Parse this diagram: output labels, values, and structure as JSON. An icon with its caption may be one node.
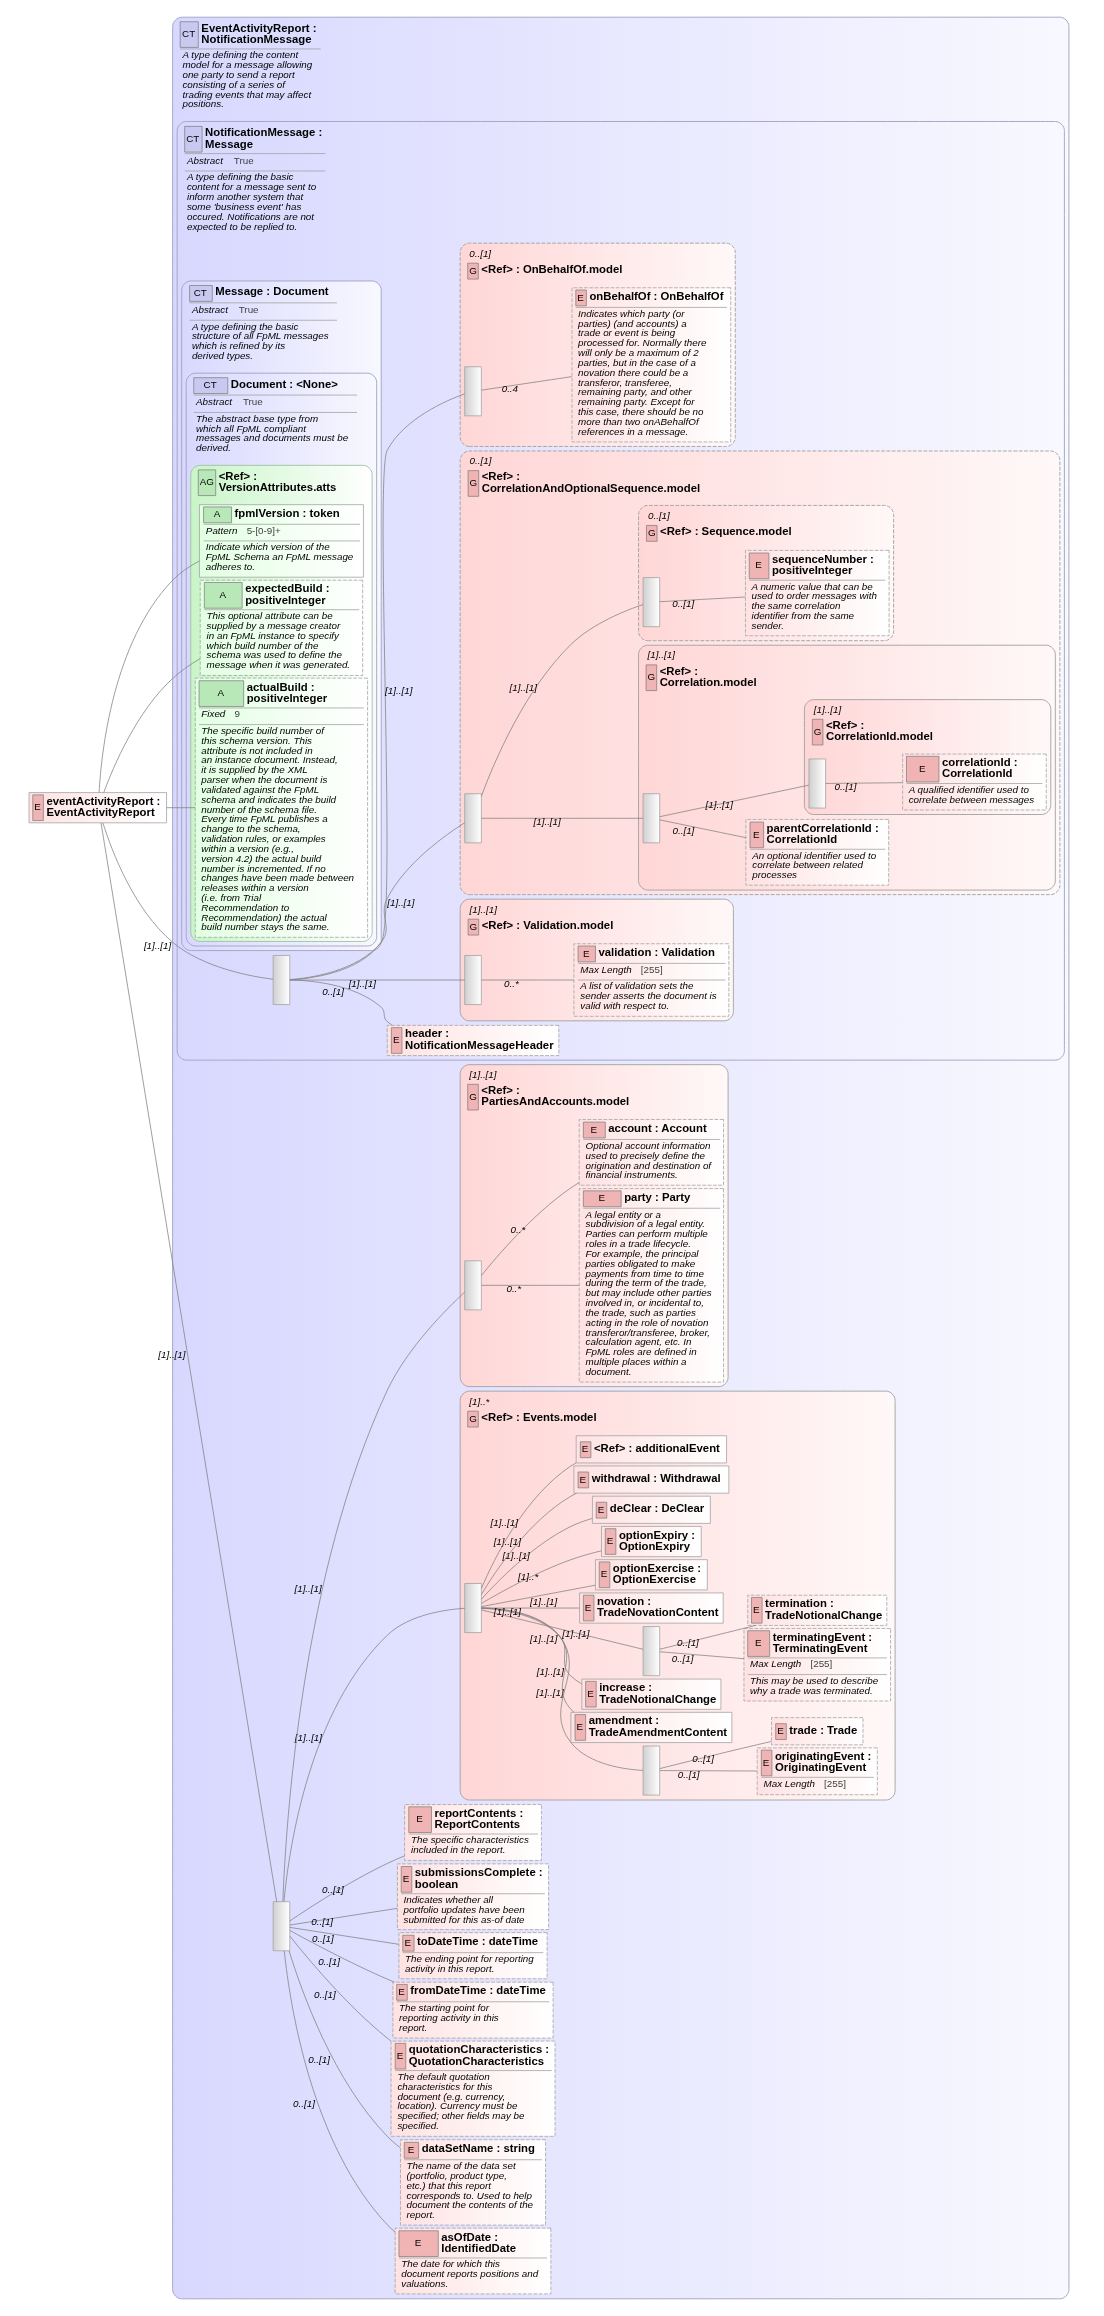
{
  "diagram": {
    "nodes": [
      {
        "text": [
          "E",
          "eventActivityReport : EventActivityReport"
        ]
      },
      {
        "text": [
          "CT",
          "EventActivityReport : NotificationMessage",
          "A type defining the content model for a message allowing one party to send a report consisting of a series of trading events that may affect positions."
        ]
      },
      {
        "text": [
          "CT",
          "NotificationMessage : Message",
          "Abstract",
          "True",
          "A type defining the basic content for a message sent to inform another system that some 'business event' has occured. Notifications are not expected to be replied to."
        ],
        "in": 1
      },
      {
        "text": [
          "CT",
          "Message : Document",
          "Abstract",
          "True",
          "A type defining the basic structure of all FpML messages which is refined by its derived types."
        ],
        "in": 2
      },
      {
        "text": [
          "CT",
          "Document : <None>",
          "Abstract",
          "True",
          "The abstract base type from which all FpML compliant messages and documents must be derived."
        ],
        "in": 3
      },
      {
        "text": [
          "AG",
          "<Ref> : VersionAttributes.atts"
        ],
        "in": 4
      },
      {
        "text": [
          "A",
          "fpmlVersion : token",
          "Pattern",
          "5-[0-9]+",
          "Indicate which version of the FpML Schema an FpML message adheres to."
        ],
        "in": 5
      },
      {
        "text": [
          "A",
          "expectedBuild : positiveInteger",
          "This optional attribute can be supplied by a message creator in an FpML instance to specify which build number of the schema was used to define the message when it was generated."
        ],
        "in": 5
      },
      {
        "text": [
          "A",
          "actualBuild : positiveInteger",
          "Fixed",
          "9",
          "The specific build number of this schema version. This attribute is not included in an instance document. Instead, it is supplied by the XML parser when the document is validated against the FpML schema and indicates the build number of the schema file. Every time FpML publishes a change to the schema, validation rules, or examples within a version (e.g., version 4.2) the actual build number is incremented. If no changes have been made between releases within a version (i.e. from Trial Recommendation to Recommendation) the actual build number stays the same."
        ],
        "in": 5
      },
      {
        "text": [],
        "shape": "bar",
        "in": 2
      },
      {
        "text": [
          "E",
          "header : NotificationMessageHeader"
        ],
        "in": 2
      },
      {
        "text": [
          "G",
          "<Ref> : Validation.model"
        ],
        "beside": [
          "[1]..[1]"
        ],
        "in": 2
      },
      {
        "text": [],
        "shape": "bar",
        "in": 11
      },
      {
        "text": [
          "E",
          "validation : Validation",
          "Max Length",
          "[255]",
          "A list of validation sets the sender asserts the document is valid with respect to."
        ],
        "in": 11
      },
      {
        "text": [
          "G",
          "<Ref> : CorrelationAndOptionalSequence.model"
        ],
        "beside": [
          "0..[1]"
        ],
        "in": 2
      },
      {
        "text": [],
        "shape": "bar",
        "in": 14
      },
      {
        "text": [
          "G",
          "<Ref> : Correlation.model"
        ],
        "beside": [
          "[1]..[1]"
        ],
        "in": 14
      },
      {
        "text": [],
        "shape": "bar",
        "in": 16
      },
      {
        "text": [
          "E",
          "parentCorrelationId : CorrelationId",
          "An optional identifier used to correlate between related processes"
        ],
        "in": 16
      },
      {
        "text": [
          "G",
          "<Ref> : CorrelationId.model"
        ],
        "beside": [
          "[1]..[1]"
        ],
        "in": 16
      },
      {
        "text": [],
        "shape": "bar",
        "in": 19
      },
      {
        "text": [
          "E",
          "correlationId : CorrelationId",
          "A qualified identifier used to correlate between messages"
        ],
        "in": 19
      },
      {
        "text": [
          "G",
          "<Ref> : Sequence.model"
        ],
        "beside": [
          "0..[1]"
        ],
        "in": 14
      },
      {
        "text": [],
        "shape": "bar",
        "in": 22
      },
      {
        "text": [
          "E",
          "sequenceNumber : positiveInteger",
          "A numeric value that can be used to order messages with the same correlation identifier from the same sender."
        ],
        "in": 22
      },
      {
        "text": [
          "G",
          "<Ref> : OnBehalfOf.model"
        ],
        "beside": [
          "0..[1]"
        ],
        "in": 2
      },
      {
        "text": [],
        "shape": "bar",
        "in": 25
      },
      {
        "text": [
          "E",
          "onBehalfOf : OnBehalfOf",
          "Indicates which party (or parties) (and accounts) a trade or event is being processed for. Normally there will only be a maximum of 2 parties, but in the case of a novation there could be a transferor, transferee, remaining party, and other remaining party. Except for this case, there should be no more than two onABehalfOf references in a message."
        ],
        "in": 25
      },
      {
        "text": [],
        "shape": "bar",
        "in": 1
      },
      {
        "text": [
          "E",
          "asOfDate : IdentifiedDate",
          "The date for which this document reports positions and valuations."
        ],
        "in": 1
      },
      {
        "text": [
          "E",
          "dataSetName : string",
          "The name of the data set (portfolio, product type, etc.) that this report corresponds to. Used to help document the contents of the report."
        ],
        "in": 1
      },
      {
        "text": [
          "E",
          "quotationCharacteristics : QuotationCharacteristics",
          "The default quotation characteristics for this document (e.g. currency, location). Currency must be specified; other fields may be specified."
        ],
        "in": 1
      },
      {
        "text": [
          "E",
          "fromDateTime : dateTime",
          "The starting point for reporting activity in this report."
        ],
        "in": 1
      },
      {
        "text": [
          "E",
          "toDateTime : dateTime",
          "The ending point for reporting activity in this report."
        ],
        "in": 1
      },
      {
        "text": [
          "E",
          "submissionsComplete : boolean",
          "Indicates whether all portfolio updates have been submitted for this as-of date"
        ],
        "in": 1
      },
      {
        "text": [
          "E",
          "reportContents : ReportContents",
          "The specific characteristics included in the report."
        ],
        "in": 1
      },
      {
        "text": [
          "G",
          "<Ref> : Events.model"
        ],
        "beside": [
          "[1]..*"
        ],
        "in": 1
      },
      {
        "text": [],
        "shape": "bar",
        "in": 36
      },
      {
        "text": [],
        "shape": "bar",
        "in": 36
      },
      {
        "text": [
          "E",
          "originatingEvent : OriginatingEvent",
          "Max Length",
          "[255]"
        ],
        "in": 36
      },
      {
        "text": [
          "E",
          "trade : Trade"
        ],
        "in": 36
      },
      {
        "text": [
          "E",
          "amendment : TradeAmendmentContent"
        ],
        "in": 36
      },
      {
        "text": [
          "E",
          "increase : TradeNotionalChange"
        ],
        "in": 36
      },
      {
        "text": [],
        "shape": "bar",
        "in": 36
      },
      {
        "text": [
          "E",
          "terminatingEvent : TerminatingEvent",
          "Max Length",
          "[255]",
          "This may be used to describe why a trade was terminated."
        ],
        "in": 36
      },
      {
        "text": [
          "E",
          "termination : TradeNotionalChange"
        ],
        "in": 36
      },
      {
        "text": [
          "E",
          "novation : TradeNovationContent"
        ],
        "in": 36
      },
      {
        "text": [
          "E",
          "optionExercise : OptionExercise"
        ],
        "in": 36
      },
      {
        "text": [
          "E",
          "optionExpiry : OptionExpiry"
        ],
        "in": 36
      },
      {
        "text": [
          "E",
          "deClear : DeClear"
        ],
        "in": 36
      },
      {
        "text": [
          "E",
          "withdrawal : Withdrawal"
        ],
        "in": 36
      },
      {
        "text": [
          "E",
          "<Ref> : additionalEvent"
        ],
        "in": 36
      },
      {
        "text": [
          "G",
          "<Ref> : PartiesAndAccounts.model"
        ],
        "beside": [
          "[1]..[1]"
        ],
        "in": 1
      },
      {
        "text": [],
        "shape": "bar",
        "in": 52
      },
      {
        "text": [
          "E",
          "party : Party",
          "A legal entity or a subdivision of a legal entity. Parties can perform multiple roles in a trade lifecycle. For example, the principal parties obligated to make payments from time to time during the term of the trade, but may include other parties involved in, or incidental to, the trade, such as parties acting in the role of novation transferor/transferee, broker, calculation agent, etc. In FpML roles are defined in multiple places within a document."
        ],
        "in": 52
      },
      {
        "text": [
          "E",
          "account : Account",
          "Optional account information used to precisely define the origination and destination of financial instruments."
        ],
        "in": 52
      }
    ],
    "edges": [
      {
        "from": 0,
        "to": 6,
        "arrow": "none"
      },
      {
        "from": 0,
        "to": 7,
        "arrow": "none"
      },
      {
        "from": 0,
        "to": 8,
        "arrow": "none"
      },
      {
        "from": 0,
        "to": 9,
        "arrow": "none",
        "label": "[1]..[1]"
      },
      {
        "from": 0,
        "to": 28,
        "arrow": "none",
        "label": "[1]..[1]"
      },
      {
        "from": 9,
        "to": 10,
        "arrow": "none",
        "label": "0..[1]"
      },
      {
        "from": 9,
        "to": 12,
        "arrow": "none",
        "label": "[1]..[1]"
      },
      {
        "from": 12,
        "to": 13,
        "arrow": "none",
        "label": "0..*"
      },
      {
        "from": 9,
        "to": 15,
        "arrow": "none",
        "label": "[1]..[1]"
      },
      {
        "from": 15,
        "to": 17,
        "arrow": "none",
        "label": "[1]..[1]"
      },
      {
        "from": 17,
        "to": 18,
        "arrow": "none",
        "label": "0..[1]"
      },
      {
        "from": 17,
        "to": 20,
        "arrow": "none",
        "label": "[1]..[1]"
      },
      {
        "from": 20,
        "to": 21,
        "arrow": "none",
        "label": "0..[1]"
      },
      {
        "from": 15,
        "to": 23,
        "arrow": "none",
        "label": "[1]..[1]"
      },
      {
        "from": 23,
        "to": 24,
        "arrow": "none",
        "label": "0..[1]"
      },
      {
        "from": 9,
        "to": 26,
        "arrow": "none",
        "label": "[1]..[1]"
      },
      {
        "from": 26,
        "to": 27,
        "arrow": "none",
        "label": "0..4"
      },
      {
        "from": 28,
        "to": 29,
        "arrow": "none",
        "label": "0..[1]"
      },
      {
        "from": 28,
        "to": 30,
        "arrow": "none",
        "label": "0..[1]"
      },
      {
        "from": 28,
        "to": 31,
        "arrow": "none",
        "label": "0..[1]"
      },
      {
        "from": 28,
        "to": 32,
        "arrow": "none",
        "label": "0..[1]"
      },
      {
        "from": 28,
        "to": 33,
        "arrow": "none",
        "label": "0..[1]"
      },
      {
        "from": 28,
        "to": 34,
        "arrow": "none",
        "label": "0..[1]"
      },
      {
        "from": 28,
        "to": 35,
        "arrow": "none",
        "label": "0..[1]"
      },
      {
        "from": 28,
        "to": 37,
        "arrow": "none",
        "label": "[1]..[1]"
      },
      {
        "from": 37,
        "to": 38,
        "arrow": "none",
        "label": "[1]..[1]"
      },
      {
        "from": 38,
        "to": 39,
        "arrow": "none",
        "label": "0..[1]"
      },
      {
        "from": 38,
        "to": 40,
        "arrow": "none",
        "label": "0..[1]"
      },
      {
        "from": 37,
        "to": 41,
        "arrow": "none",
        "label": "[1]..[1]"
      },
      {
        "from": 37,
        "to": 42,
        "arrow": "none",
        "label": "[1]..[1]"
      },
      {
        "from": 37,
        "to": 43,
        "arrow": "none",
        "label": "[1]..[1]"
      },
      {
        "from": 43,
        "to": 44,
        "arrow": "none",
        "label": "0..[1]"
      },
      {
        "from": 43,
        "to": 45,
        "arrow": "none",
        "label": "0..[1]"
      },
      {
        "from": 37,
        "to": 46,
        "arrow": "none",
        "label": "[1]..[1]"
      },
      {
        "from": 37,
        "to": 47,
        "arrow": "none",
        "label": "[1]..[1]"
      },
      {
        "from": 37,
        "to": 48,
        "arrow": "none",
        "label": "[1]..*"
      },
      {
        "from": 37,
        "to": 49,
        "arrow": "none",
        "label": "[1]..[1]"
      },
      {
        "from": 37,
        "to": 50,
        "arrow": "none",
        "label": "[1]..[1]"
      },
      {
        "from": 37,
        "to": 51,
        "arrow": "none",
        "label": "[1]..[1]"
      },
      {
        "from": 28,
        "to": 53,
        "arrow": "none",
        "label": "[1]..[1]"
      },
      {
        "from": 53,
        "to": 54,
        "arrow": "none",
        "label": "0..*"
      },
      {
        "from": 53,
        "to": 55,
        "arrow": "none",
        "label": "0..*"
      }
    ]
  }
}
